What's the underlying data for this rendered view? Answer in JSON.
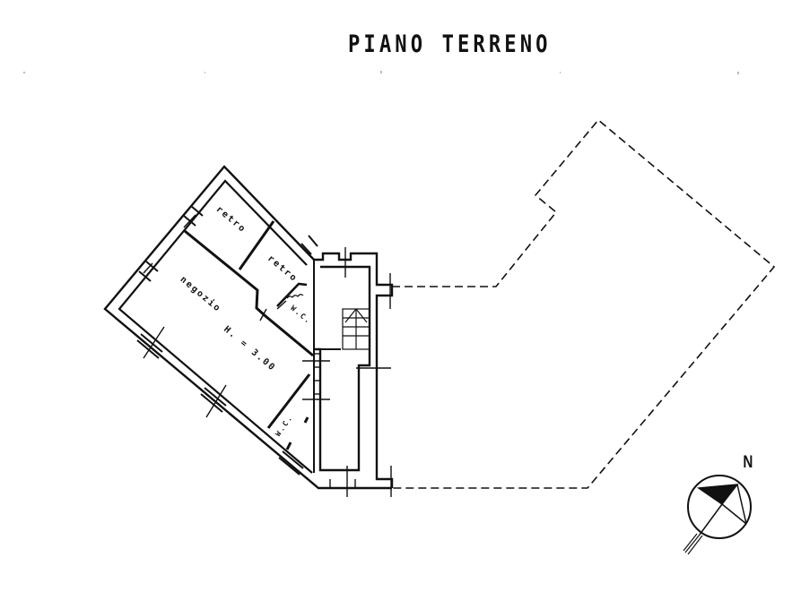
{
  "title": "PIANO TERRENO",
  "rooms": {
    "retro_1": "retro",
    "retro_2": "retro",
    "negozio": "negozio",
    "height": "H. = 3.00",
    "wc_1": "W.C.",
    "wc_2": "W.C."
  },
  "compass": {
    "label": "N"
  },
  "colors": {
    "ink": "#111111",
    "background": "#ffffff"
  }
}
